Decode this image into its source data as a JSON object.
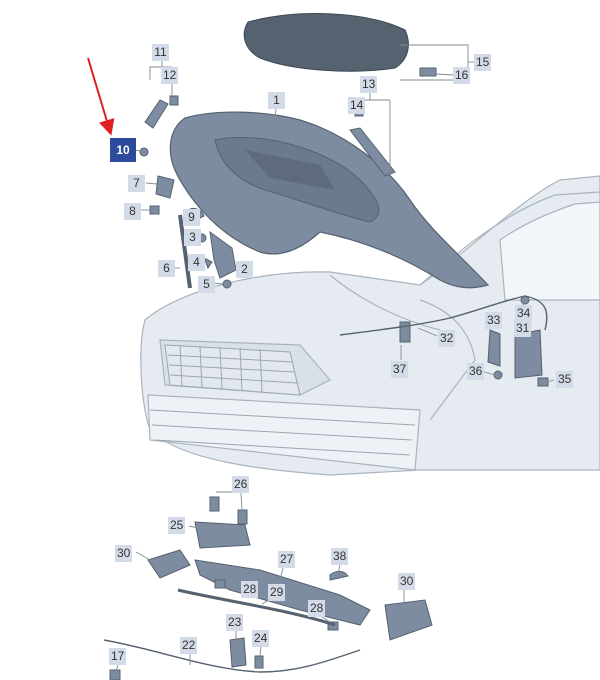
{
  "diagram": {
    "callouts": [
      {
        "id": "c1",
        "label": "1"
      },
      {
        "id": "c2",
        "label": "2"
      },
      {
        "id": "c3",
        "label": "3"
      },
      {
        "id": "c4",
        "label": "4"
      },
      {
        "id": "c5",
        "label": "5"
      },
      {
        "id": "c6",
        "label": "6"
      },
      {
        "id": "c7",
        "label": "7"
      },
      {
        "id": "c8",
        "label": "8"
      },
      {
        "id": "c9",
        "label": "9"
      },
      {
        "id": "c10",
        "label": "10"
      },
      {
        "id": "c11",
        "label": "11"
      },
      {
        "id": "c12",
        "label": "12"
      },
      {
        "id": "c13",
        "label": "13"
      },
      {
        "id": "c14",
        "label": "14"
      },
      {
        "id": "c15",
        "label": "15"
      },
      {
        "id": "c16",
        "label": "16"
      },
      {
        "id": "c17",
        "label": "17"
      },
      {
        "id": "c22",
        "label": "22"
      },
      {
        "id": "c23",
        "label": "23"
      },
      {
        "id": "c24",
        "label": "24"
      },
      {
        "id": "c25",
        "label": "25"
      },
      {
        "id": "c26",
        "label": "26"
      },
      {
        "id": "c27",
        "label": "27"
      },
      {
        "id": "c28a",
        "label": "28"
      },
      {
        "id": "c28b",
        "label": "28"
      },
      {
        "id": "c29",
        "label": "29"
      },
      {
        "id": "c30a",
        "label": "30"
      },
      {
        "id": "c30b",
        "label": "30"
      },
      {
        "id": "c31",
        "label": "31"
      },
      {
        "id": "c32",
        "label": "32"
      },
      {
        "id": "c33",
        "label": "33"
      },
      {
        "id": "c34",
        "label": "34"
      },
      {
        "id": "c35",
        "label": "35"
      },
      {
        "id": "c36",
        "label": "36"
      },
      {
        "id": "c37",
        "label": "37"
      },
      {
        "id": "c38",
        "label": "38"
      }
    ],
    "highlighted_callout": "c10",
    "colors": {
      "part_fill": "#7d8ca0",
      "part_dark": "#55626f",
      "car_fill": "#e6ebf1",
      "car_line": "#a9b4c0",
      "callout_bg": "#d4dbe8",
      "highlight_bg": "#2c4b9c",
      "arrow": "#e02020"
    }
  }
}
